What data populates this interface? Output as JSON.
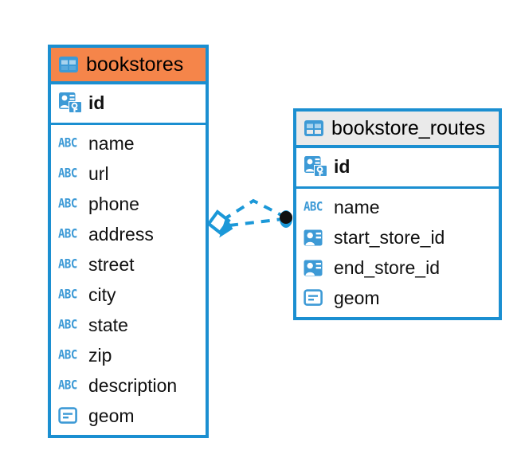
{
  "diagram": {
    "type": "entity-relationship-diagram",
    "background": "#ffffff",
    "colors": {
      "border": "#1b8fd1",
      "accent_header": "#f5854a",
      "muted_header": "#eaeaea",
      "icon_blue": "#3d9ad6",
      "connector": "#1b98d8",
      "endpoint_dot": "#111111"
    }
  },
  "entities": [
    {
      "name": "bookstores",
      "header_icon": "table-icon",
      "header_style": "accent",
      "primary_keys": [
        {
          "label": "id",
          "icon": "primary-key-icon"
        }
      ],
      "fields": [
        {
          "label": "name",
          "icon": "abc-text-icon",
          "icon_text": "ABC"
        },
        {
          "label": "url",
          "icon": "abc-text-icon",
          "icon_text": "ABC"
        },
        {
          "label": "phone",
          "icon": "abc-text-icon",
          "icon_text": "ABC"
        },
        {
          "label": "address",
          "icon": "abc-text-icon",
          "icon_text": "ABC"
        },
        {
          "label": "street",
          "icon": "abc-text-icon",
          "icon_text": "ABC"
        },
        {
          "label": "city",
          "icon": "abc-text-icon",
          "icon_text": "ABC"
        },
        {
          "label": "state",
          "icon": "abc-text-icon",
          "icon_text": "ABC"
        },
        {
          "label": "zip",
          "icon": "abc-text-icon",
          "icon_text": "ABC"
        },
        {
          "label": "description",
          "icon": "abc-text-icon",
          "icon_text": "ABC"
        },
        {
          "label": "geom",
          "icon": "geometry-icon",
          "icon_text": ""
        }
      ]
    },
    {
      "name": "bookstore_routes",
      "header_icon": "table-icon",
      "header_style": "muted",
      "primary_keys": [
        {
          "label": "id",
          "icon": "primary-key-icon"
        }
      ],
      "fields": [
        {
          "label": "name",
          "icon": "abc-text-icon",
          "icon_text": "ABC"
        },
        {
          "label": "start_store_id",
          "icon": "foreign-key-icon",
          "icon_text": ""
        },
        {
          "label": "end_store_id",
          "icon": "foreign-key-icon",
          "icon_text": ""
        },
        {
          "label": "geom",
          "icon": "geometry-icon",
          "icon_text": ""
        }
      ]
    }
  ],
  "relationship": {
    "style": "dashed",
    "left_endpoint": "diamond-endpoint",
    "right_endpoint": "filled-circle-endpoint",
    "color": "#1b98d8"
  }
}
